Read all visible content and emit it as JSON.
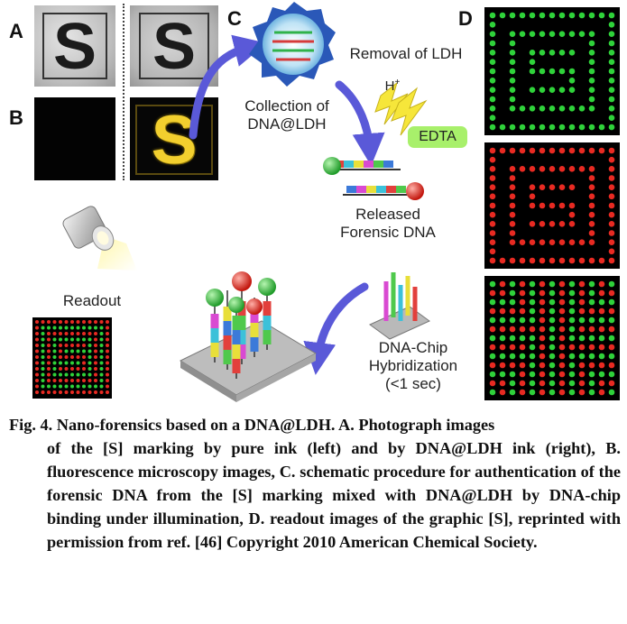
{
  "panels": {
    "a": "A",
    "b": "B",
    "c": "C",
    "d": "D"
  },
  "marking_glyph": "S",
  "schematic": {
    "collection_line1": "Collection of",
    "collection_line2": "DNA@LDH",
    "removal": "Removal of LDH",
    "proton": "H",
    "proton_sup": "+",
    "edta": "EDTA",
    "released_line1": "Released",
    "released_line2": "Forensic DNA",
    "hybrid_line1": "DNA-Chip",
    "hybrid_line2": "Hybridization",
    "hybrid_line3": "(<1 sec)",
    "readout": "Readout"
  },
  "colors": {
    "green_dot": "#2fd23a",
    "red_dot": "#e82a22",
    "arrow": "#5a59d8",
    "lightning": "#f6e63a",
    "edta_box": "#a8f06b"
  },
  "caption": {
    "lead": "Fig. 4. Nano-forensics based on a DNA@LDH. A. Photograph images",
    "body": "of the [S] marking by pure ink (left) and by DNA@LDH ink (right), B. fluorescence microscopy images, C. schematic procedure for authentication of the forensic DNA from the [S] marking mixed with DNA@LDH by DNA-chip binding under illumination, D. readout images of the graphic [S], reprinted with permission from ref. [46] Copyright 2010 American Chemical Society."
  }
}
